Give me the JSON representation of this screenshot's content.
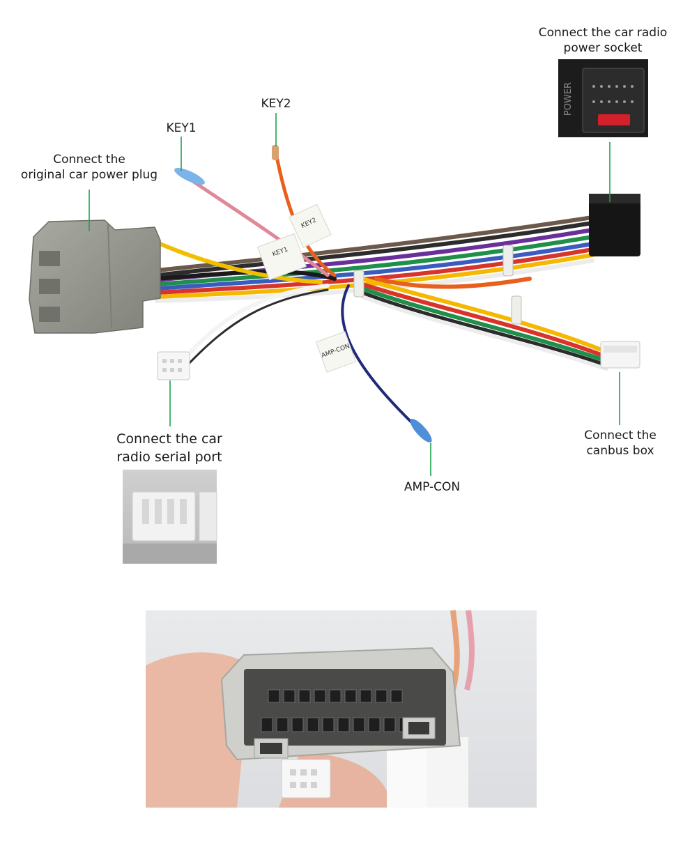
{
  "labels": {
    "power_socket": "Connect the car radio\npower socket",
    "key2": "KEY2",
    "key1": "KEY1",
    "original_plug": "Connect the\noriginal car power plug",
    "serial_port": "Connect the car\nradio  serial port",
    "amp_con": "AMP-CON",
    "canbus_box": "Connect the\ncanbus box"
  },
  "socket_text": "POWER",
  "wire_tags": {
    "key1_tag": "KEY1",
    "key2_tag": "KEY2",
    "amp_tag": "AMP-CON"
  },
  "colors": {
    "callout_line": "#1aa34a",
    "connector_gray": "#9a9c93",
    "connector_black": "#151515",
    "panel_bg": "#ffffff"
  }
}
